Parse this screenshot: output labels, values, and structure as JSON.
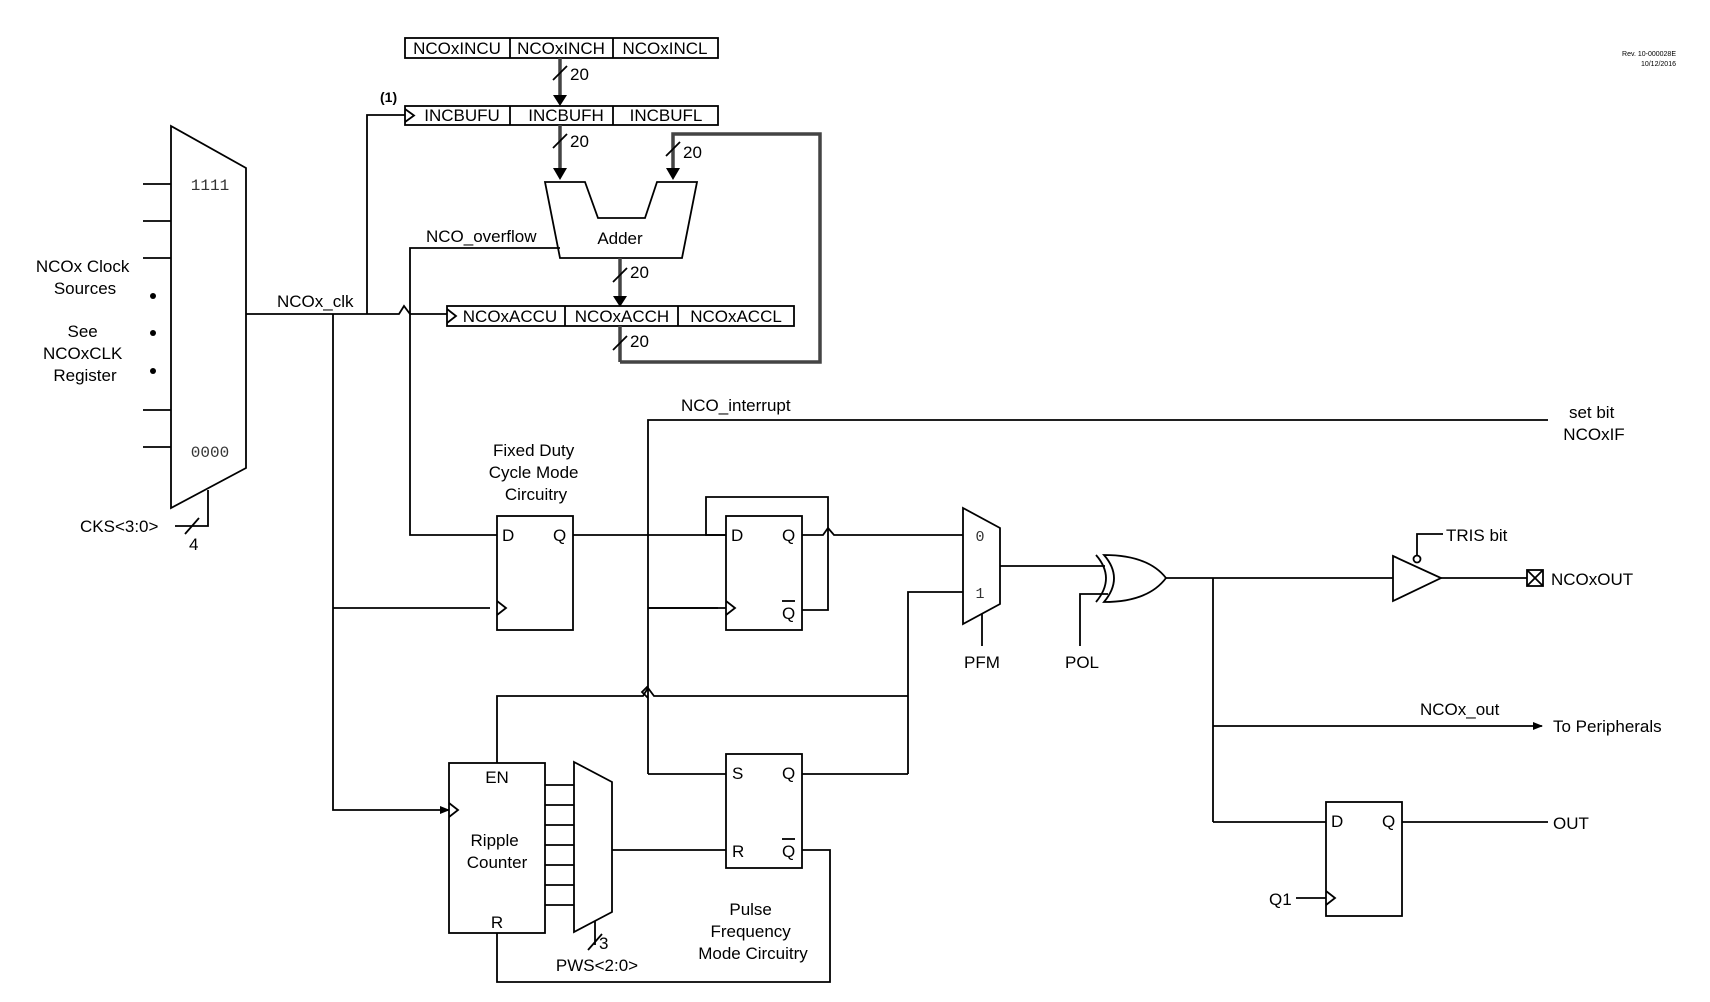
{
  "revision": {
    "rev": "Rev. 10-000028E",
    "date": "10/12/2016"
  },
  "registers": {
    "nco_inc": [
      "NCOxINCU",
      "NCOxINCH",
      "NCOxINCL"
    ],
    "inc_buf": [
      "INCBUFU",
      "INCBUFH",
      "INCBUFL"
    ],
    "nco_acc": [
      "NCOxACCU",
      "NCOxACCH",
      "NCOxACCL"
    ]
  },
  "bus_widths": {
    "inc": "20",
    "buf": "20",
    "feedback": "20",
    "adder_out": "20",
    "acc_out": "20"
  },
  "note_ref": "(1)",
  "adder_label": "Adder",
  "clock_mux": {
    "sel_top": "1111",
    "sel_bottom": "0000",
    "sources_lines": [
      "NCOx Clock",
      "Sources"
    ],
    "see_lines": [
      "See",
      "NCOxCLK",
      "Register"
    ],
    "cks": "CKS<3:0>",
    "cks_width": "4"
  },
  "signals": {
    "nco_clk": "NCOx_clk",
    "nco_overflow": "NCO_overflow",
    "nco_interrupt": "NCO_interrupt",
    "set_bit_lines": [
      "set bit",
      "NCOxIF"
    ],
    "nco_out": "NCOx_out",
    "to_peripherals": "To Peripherals",
    "out": "OUT",
    "q1": "Q1",
    "ncox_pin": "NCOxOUT",
    "tris": "TRIS bit",
    "pfm": "PFM",
    "pol": "POL",
    "pws": "PWS<2:0>",
    "pws_width": "3"
  },
  "fixed_duty_lines": [
    "Fixed Duty",
    "Cycle Mode",
    "Circuitry"
  ],
  "pulse_freq_lines": [
    "Pulse",
    "Frequency",
    "Mode Circuitry"
  ],
  "ripple_lines": [
    "Ripple",
    "Counter"
  ],
  "pins": {
    "d": "D",
    "q": "Q",
    "qbar": "Q",
    "s": "S",
    "r": "R",
    "en": "EN"
  },
  "pfm_mux": {
    "in0": "0",
    "in1": "1"
  }
}
